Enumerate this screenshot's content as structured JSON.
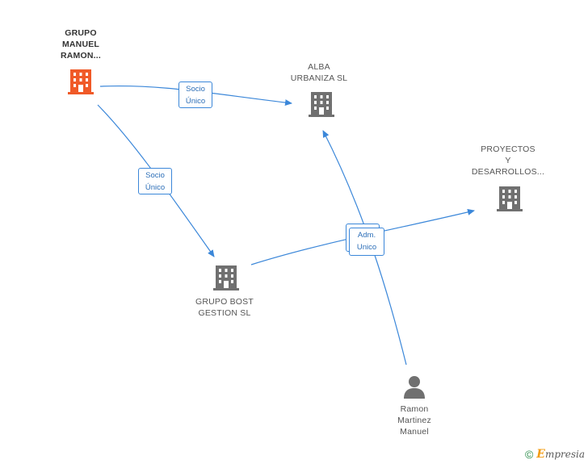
{
  "nodes": {
    "grupo_manuel_ramon": {
      "label": "GRUPO\nMANUEL\nRAMON...",
      "icon": "building-icon",
      "color": "#f05a28"
    },
    "alba_urbaniza": {
      "label": "ALBA\nURBANIZA  SL",
      "icon": "building-icon",
      "color": "#707070"
    },
    "proyectos_desarrollos": {
      "label": "PROYECTOS\nY\nDESARROLLOS...",
      "icon": "building-icon",
      "color": "#707070"
    },
    "grupo_bost": {
      "label": "GRUPO BOST\nGESTION  SL",
      "icon": "building-icon",
      "color": "#707070"
    },
    "ramon_martinez": {
      "label": "Ramon\nMartinez\nManuel",
      "icon": "person-icon",
      "color": "#707070"
    }
  },
  "relations": {
    "socio_unico_1": "Socio\nÚnico",
    "socio_unico_2": "Socio\nÚnico",
    "adm_unico": "Adm.\nUnico"
  },
  "colors": {
    "edge": "#3b87d9",
    "badge_text": "#2d6fb8"
  },
  "footer": {
    "copyright": "©",
    "brand_initial": "E",
    "brand_rest": "mpresia"
  }
}
